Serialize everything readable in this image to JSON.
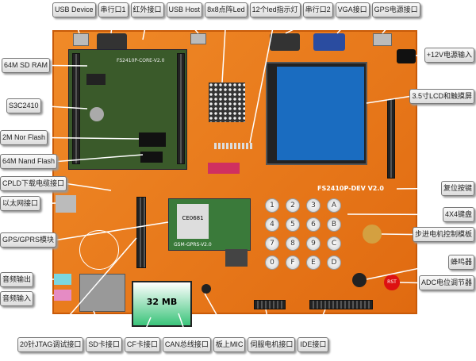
{
  "labels": {
    "top": [
      "USB Device",
      "串行口1",
      "红外接口",
      "USB Host",
      "8x8点阵Led",
      "12个led指示灯",
      "串行口2",
      "VGA接口",
      "GPS电源接口"
    ],
    "left": [
      "64M SD RAM",
      "S3C2410",
      "2M Nor Flash",
      "64M Nand Flash",
      "CPLD下载电缆接口",
      "以太网接口",
      "GPS/GPRS模块",
      "音频输出",
      "音频输入"
    ],
    "bottom": [
      "20针JTAG调试接口",
      "SD卡接口",
      "CF卡接口",
      "CAN总线接口",
      "板上MIC",
      "伺服电机接口",
      "IDE接口"
    ],
    "right": [
      "+12V电源输入",
      "3.5寸LCD和触摸屏",
      "复位按键",
      "4X4键盘",
      "步进电机控制模板",
      "蜂鸣器",
      "ADC电位调节器"
    ]
  },
  "board": {
    "core_silk": "FS2410P-CORE-V2.0",
    "dev_silk": "FS2410P-DEV V2.0",
    "gprs_silk": "GSM-GPRS-V2.0",
    "gprs_chip": "CE0681",
    "cf_card": "32 MB",
    "keys": [
      "1",
      "2",
      "3",
      "A",
      "4",
      "5",
      "6",
      "B",
      "7",
      "8",
      "9",
      "C",
      "0",
      "F",
      "E",
      "D"
    ],
    "buzzer_cap": "RST"
  },
  "colors": {
    "board": "#e8781e",
    "module": "#3a5a2a",
    "lcd": "#1a6cc0"
  }
}
